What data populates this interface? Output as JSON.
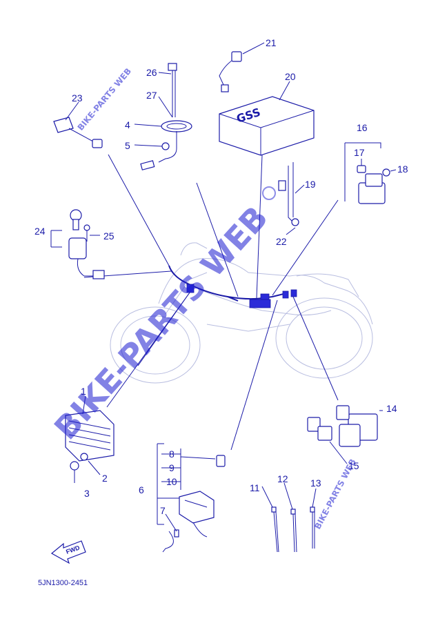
{
  "diagram_code": "5JN1300-2451",
  "fwd_label": "FWD",
  "watermark_main": "BIKE-PARTS WEB",
  "watermark_small": "BIKE-PARTS WEB",
  "callouts": {
    "c1": "1",
    "c2": "2",
    "c3": "3",
    "c4": "4",
    "c5": "5",
    "c6": "6",
    "c7": "7",
    "c8": "8",
    "c9": "9",
    "c10": "10",
    "c11": "11",
    "c12": "12",
    "c13": "13",
    "c14": "14",
    "c15": "15",
    "c16": "16",
    "c17": "17",
    "c18": "18",
    "c19": "19",
    "c20": "20",
    "c21": "21",
    "c22": "22",
    "c23": "23",
    "c24": "24",
    "c25": "25",
    "c26": "26",
    "c27": "27"
  }
}
